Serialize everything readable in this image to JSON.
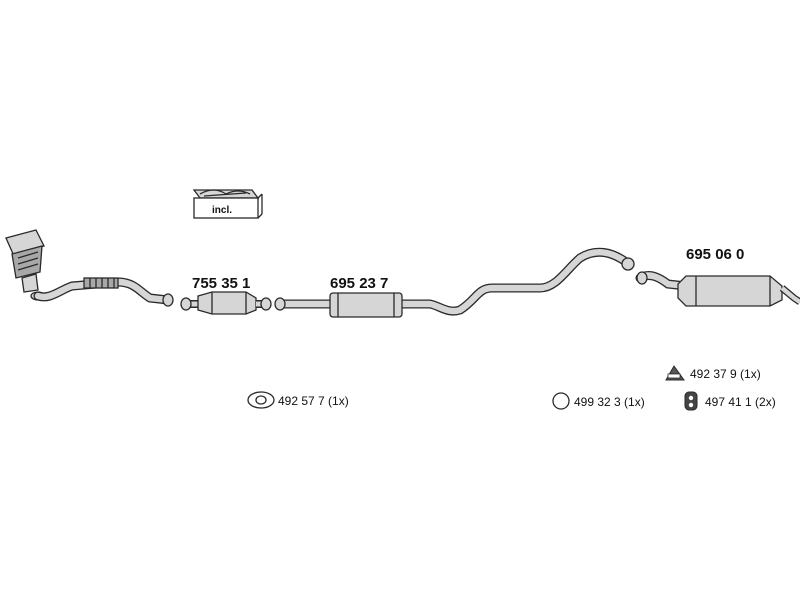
{
  "incl_label": "incl.",
  "parts": {
    "catalytic_converter": "755 35 1",
    "front_silencer": "695 23 7",
    "rear_silencer": "695 06 0"
  },
  "accessories": {
    "gasket": "492 57 7 (1x)",
    "ring": "499 32 3 (1x)",
    "rubber_mount": "492 37 9 (1x)",
    "hanger": "497 41 1 (2x)"
  },
  "icons": [
    "clamp-kit-icon",
    "gasket-icon",
    "ring-icon",
    "rubber-mount-icon",
    "hanger-icon"
  ]
}
